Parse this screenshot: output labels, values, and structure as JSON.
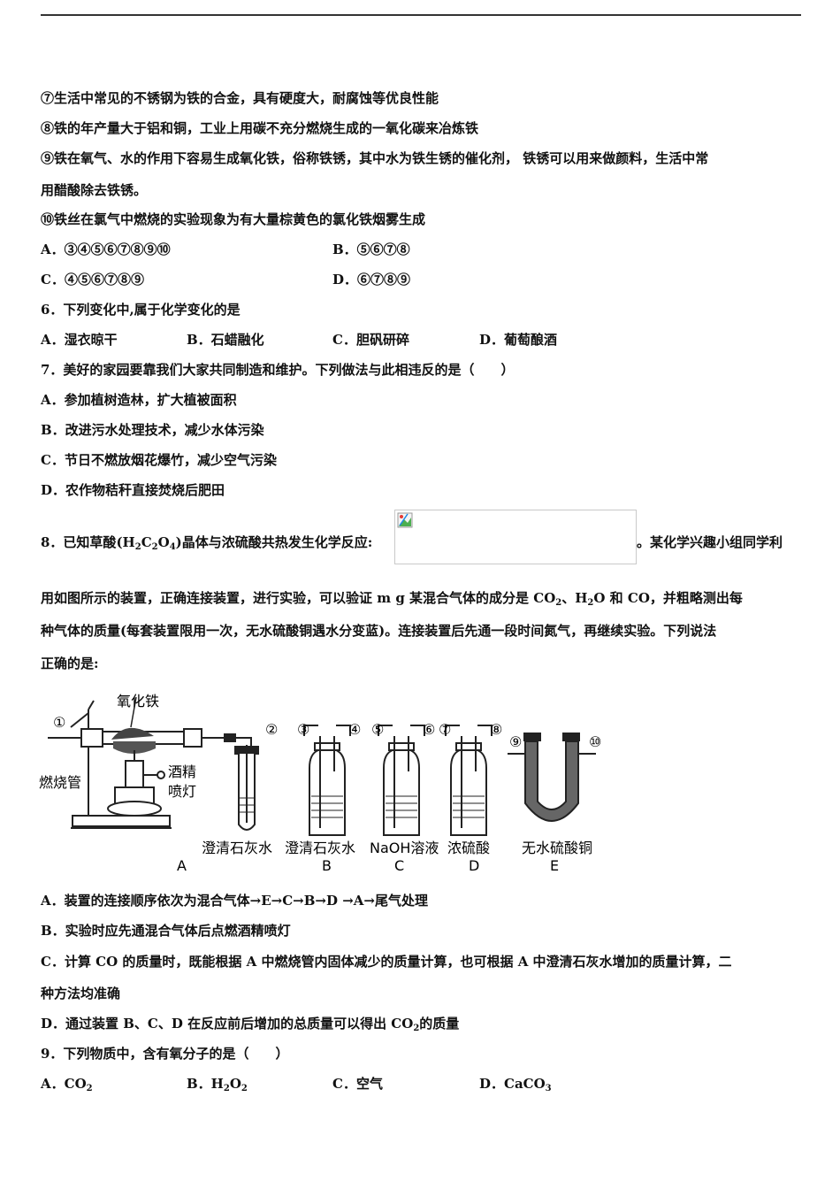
{
  "lines": {
    "l1": "⑦生活中常见的不锈钢为铁的合金，具有硬度大，耐腐蚀等优良性能",
    "l2": "⑧铁的年产量大于铝和铜，工业上用碳不充分燃烧生成的一氧化碳来冶炼铁",
    "l3": "⑨铁在氧气、水的作用下容易生成氧化铁，俗称铁锈，其中水为铁生锈的催化剂， 铁锈可以用来做颜料，生活中常",
    "l4": "用醋酸除去铁锈。",
    "l5": "⑩铁丝在氯气中燃烧的实验现象为有大量棕黄色的氯化铁烟雾生成"
  },
  "q5": {
    "a": "A．③④⑤⑥⑦⑧⑨⑩",
    "b": "B．⑤⑥⑦⑧",
    "c": "C．④⑤⑥⑦⑧⑨",
    "d": "D．⑥⑦⑧⑨"
  },
  "q6": {
    "stem": "6．下列变化中,属于化学变化的是",
    "a": "A．湿衣晾干",
    "b": "B．石蜡融化",
    "c": "C．胆矾研碎",
    "d": "D．葡萄酿酒"
  },
  "q7": {
    "stem": "7．美好的家园要靠我们大家共同制造和维护。下列做法与此相违反的是（　　）",
    "a": "A．参加植树造林，扩大植被面积",
    "b": "B．改进污水处理技术，减少水体污染",
    "c": "C．节日不燃放烟花爆竹，减少空气污染",
    "d": "D．农作物秸秆直接焚烧后肥田"
  },
  "q8": {
    "stem_pre": "8．已知草酸(H",
    "sub2": "2",
    "mid1": "C",
    "sub2b": "2",
    "mid2": "O",
    "sub4": "4",
    "stem_post": ")晶体与浓硫酸共热发生化学反应:",
    "stem_after_img": "。某化学兴趣小组同学利",
    "line2_pre": "用如图所示的装置，正确连接装置，进行实验，可以验证 m g 某混合气体的成分是 CO",
    "line2_sub": "2",
    "line2_mid": "、H",
    "line2_sub2": "2",
    "line2_post": "O 和 CO，并粗略测出每",
    "line3": "种气体的质量(每套装置限用一次，无水硫酸铜遇水分变蓝)。连接装置后先通一段时间氮气，再继续实验。下列说法",
    "line4": "正确的是:",
    "a": "A．装置的连接顺序依次为混合气体→E→C→B→D →A→尾气处理",
    "b": "B．实验时应先通混合气体后点燃酒精喷灯",
    "c1": "C．计算 CO 的质量时，既能根据 A 中燃烧管内固体减少的质量计算，也可根据 A 中澄清石灰水增加的质量计算，二",
    "c2": "种方法均准确",
    "d_pre": "D．通过装置 B、C、D 在反应前后增加的总质量可以得出 CO",
    "d_sub": "2",
    "d_post": "的质量"
  },
  "diagram": {
    "n1": "①",
    "n2": "②",
    "n3": "③",
    "n4": "④",
    "n5": "⑤",
    "n6": "⑥",
    "n7": "⑦",
    "n8": "⑧",
    "n9": "⑨",
    "n10": "⑩",
    "iron_oxide": "氧化铁",
    "lamp1": "酒精",
    "lamp2": "喷灯",
    "tube": "燃烧管",
    "labA": "澄清石灰水",
    "labB": "澄清石灰水",
    "labC": "NaOH溶液",
    "labD": "浓硫酸",
    "labE": "无水硫酸铜",
    "A": "A",
    "B": "B",
    "C": "C",
    "D": "D",
    "E": "E"
  },
  "q9": {
    "stem": "9．下列物质中，含有氧分子的是（　　）",
    "a_pre": "A．CO",
    "a_sub": "2",
    "b_pre": "B．H",
    "b_sub": "2",
    "b_mid": "O",
    "b_sub2": "2",
    "c": "C．空气",
    "d_pre": "D．CaCO",
    "d_sub": "3"
  }
}
